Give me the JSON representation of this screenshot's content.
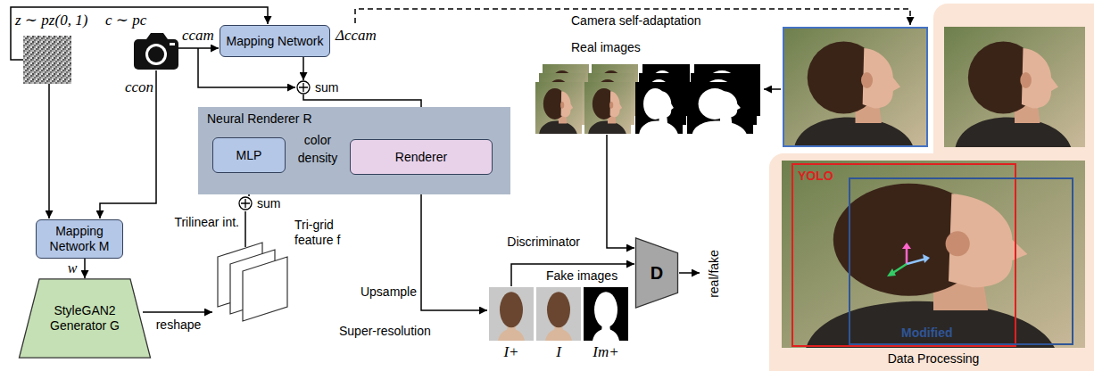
{
  "diagram": {
    "nodes": [
      {
        "text": [
          "Mapping Network"
        ]
      },
      {
        "text": [
          "sum"
        ]
      },
      {
        "text": [
          "Mapping Network M"
        ]
      },
      {
        "text": [
          "Neural Renderer R"
        ]
      },
      {
        "text": [
          "MLP"
        ],
        "in": 3
      },
      {
        "text": [
          "Renderer"
        ],
        "in": 3
      },
      {
        "text": [
          "sum"
        ]
      },
      {
        "text": [
          "StyleGAN2 Generator G"
        ]
      },
      {
        "text": [
          "D"
        ]
      }
    ],
    "edges": [
      {
        "from": 0,
        "to": 1,
        "arrow": "to"
      },
      {
        "from": 1,
        "to": 5,
        "arrow": "to"
      },
      {
        "from": 2,
        "to": 7,
        "label": "w",
        "arrow": "to"
      },
      {
        "from": 6,
        "to": 4,
        "arrow": "to"
      },
      {
        "from": 4,
        "to": 5,
        "label": "color",
        "arrow": "to"
      },
      {
        "from": 4,
        "to": 5,
        "label": "density",
        "arrow": "to"
      }
    ],
    "labels": [
      "z ∼ pz(0, 1)",
      "c ∼ pc",
      "ccam",
      "Δccam",
      "ccon",
      "Camera self-adaptation",
      "Real images",
      "Trilinear int.",
      "Tri-grid feature f",
      "reshape",
      "Upsample",
      "Super-resolution",
      "Discriminator",
      "real/fake",
      "Fake images",
      "I+",
      "I",
      "Im+",
      "YOLO",
      "Modified",
      "Data Processing"
    ]
  }
}
